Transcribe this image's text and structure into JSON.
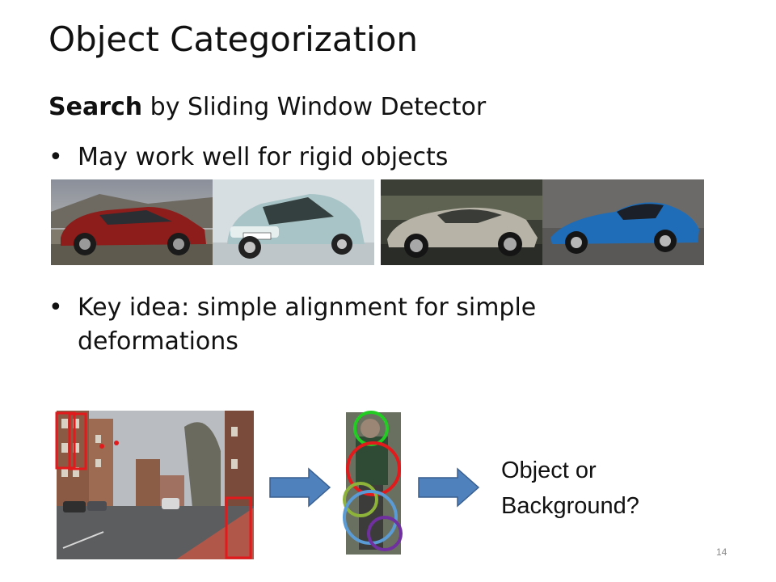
{
  "slide": {
    "title": "Object Categorization",
    "subtitle_bold": "Search",
    "subtitle_rest": " by Sliding Window Detector",
    "bullets": [
      "May work well for rigid objects",
      "Key idea: simple alignment for simple deformations"
    ],
    "bullet_glyph": "•",
    "answer_line1": "Object or",
    "answer_line2": "Background?",
    "page_number": "14"
  },
  "colors": {
    "window_red": "#e31a1c",
    "arrow_blue": "#4f81bd",
    "circle_green": "#22cc22",
    "circle_olive": "#8db33a",
    "circle_blue": "#5b9bd5",
    "circle_purple": "#7030a0"
  }
}
